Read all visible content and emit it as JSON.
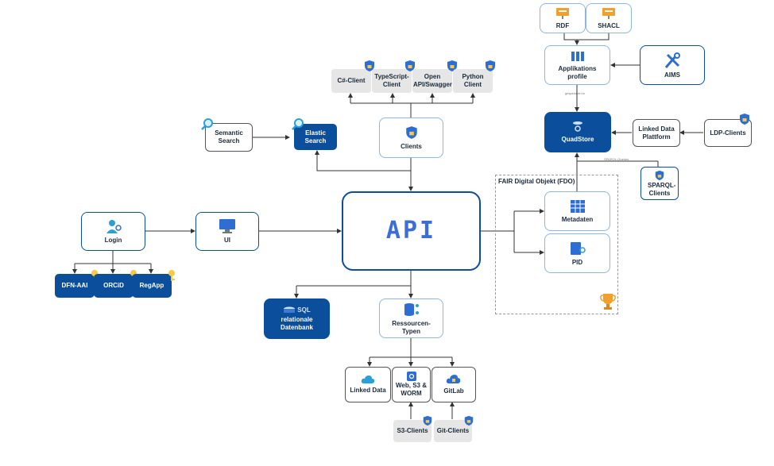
{
  "diagram": {
    "api_label": "API",
    "fdo_title": "FAIR Digital Objekt (FDO)",
    "edge_labels": {
      "profile_to_quadstore": "gespeichert in",
      "sparql": "SPARQL-Queries"
    },
    "nodes": {
      "rdf": "RDF",
      "shacl": "SHACL",
      "applikationsprofile": "Applikations profile",
      "aims": "AIMS",
      "quadstore": "QuadStore",
      "linked_data_plattform": "Linked Data Plattform",
      "ldp_clients": "LDP-Clients",
      "sparql_clients": "SPARQL-Clients",
      "csharp_client": "C#-Client",
      "typescript_client": "TypeScript-Client",
      "openapi_swagger": "Open API/Swagger",
      "python_client": "Python Client",
      "clients": "Clients",
      "semantic_search": "Semantic Search",
      "elastic_search": "Elastic Search",
      "login": "Login",
      "ui": "UI",
      "dfn_aai": "DFN-AAI",
      "orcid": "ORCiD",
      "regapp": "RegApp",
      "metadaten": "Metadaten",
      "pid": "PID",
      "sql_db": "relationale Datenbank",
      "sql_icon_text": "SQL",
      "ressourcen_typen": "Ressourcen-Typen",
      "linked_data": "Linked Data",
      "web_s3_worm": "Web, S3 & WORM",
      "gitlab": "GitLab",
      "s3_clients": "S3-Clients",
      "git_clients": "Git-Clients"
    },
    "colors": {
      "primary": "#0b4f9c",
      "light_border": "#8fb6de",
      "gray": "#e6e6e6",
      "api_text": "#3b6fd6"
    }
  }
}
